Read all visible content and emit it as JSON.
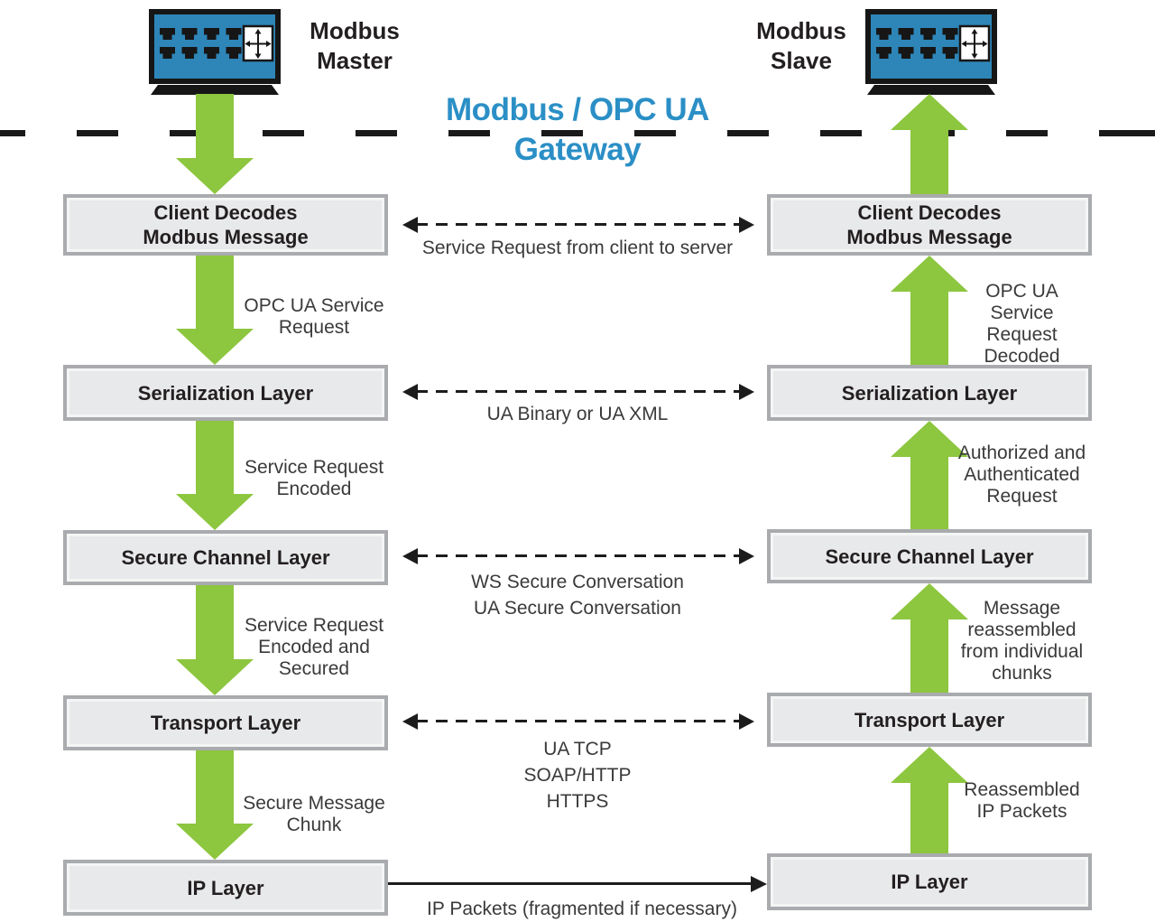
{
  "header": {
    "gateway_title_line1": "Modbus / OPC UA",
    "gateway_title_line2": "Gateway",
    "master_label": "Modbus\nMaster",
    "slave_label": "Modbus\nSlave"
  },
  "master_stack": {
    "boxes": [
      "Client Decodes\nModbus Message",
      "Serialization Layer",
      "Secure Channel Layer",
      "Transport Layer",
      "IP Layer"
    ],
    "flow_labels": [
      "OPC UA Service\nRequest",
      "Service Request\nEncoded",
      "Service Request\nEncoded and\nSecured",
      "Secure Message\nChunk"
    ]
  },
  "slave_stack": {
    "boxes": [
      "Client Decodes\nModbus Message",
      "Serialization Layer",
      "Secure Channel Layer",
      "Transport Layer",
      "IP Layer"
    ],
    "flow_labels": [
      "OPC UA Service\nRequest\nDecoded",
      "Authorized and\nAuthenticated\nRequest",
      "Message\nreassembled\nfrom individual\nchunks",
      "Reassembled\nIP Packets"
    ]
  },
  "cross_links": [
    {
      "label": "Service Request from client to server"
    },
    {
      "label": "UA Binary or UA XML"
    },
    {
      "label": "WS Secure Conversation\nUA Secure Conversation"
    },
    {
      "label": "UA TCP\nSOAP/HTTP\nHTTPS"
    }
  ],
  "ip_link": {
    "label": "IP Packets (fragmented if necessary)"
  },
  "colors": {
    "arrow_green": "#8DC63F",
    "device_blue": "#2E86B8",
    "title_blue": "#2B8FC6",
    "box_fill": "#E8E9EA",
    "box_border": "#A9ABAE",
    "line_black": "#1C1C1C",
    "text_dark": "#231F20"
  }
}
